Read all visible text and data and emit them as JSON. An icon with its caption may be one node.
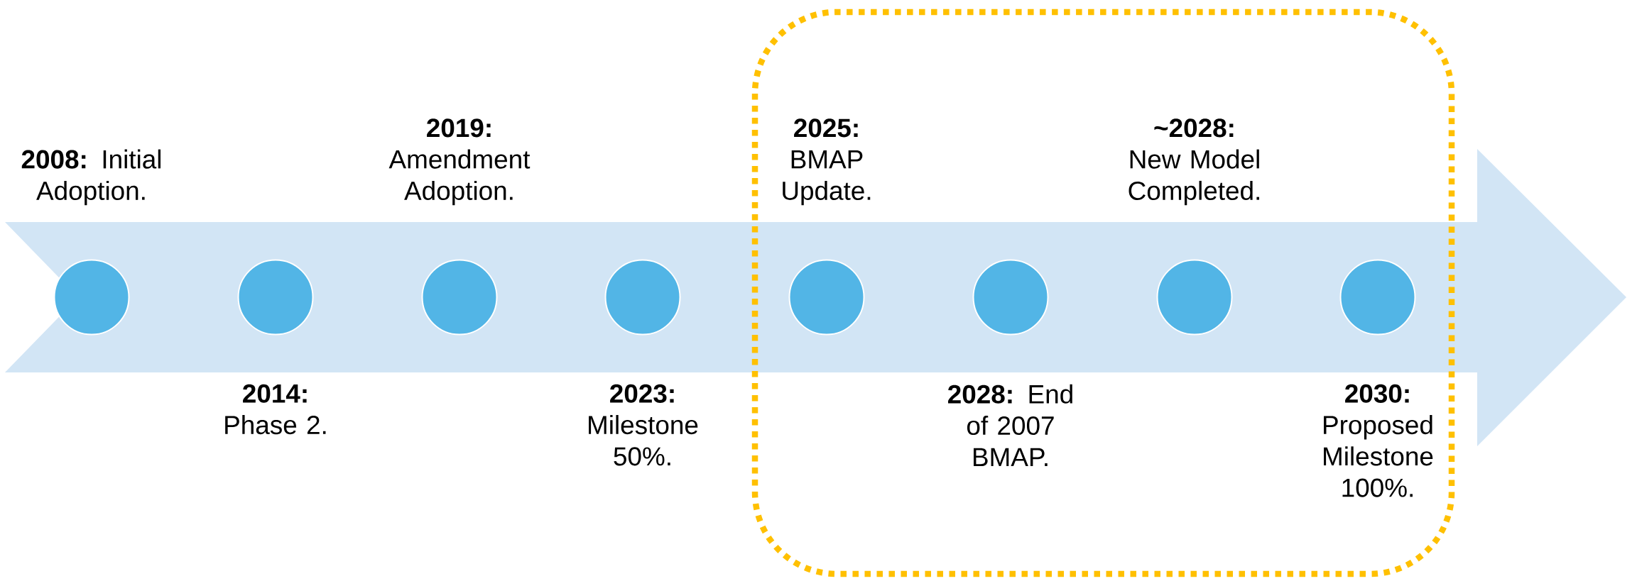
{
  "diagram": {
    "nodes": [
      {
        "text": [],
        "shape": "circle",
        "beside": [
          "**2008:** Initial Adoption."
        ]
      },
      {
        "text": [],
        "shape": "circle",
        "beside": [
          "**2014:** Phase 2."
        ]
      },
      {
        "text": [],
        "shape": "circle",
        "beside": [
          "**2019:** Amendment Adoption."
        ]
      },
      {
        "text": [],
        "shape": "circle",
        "beside": [
          "**2023:** Milestone 50%."
        ]
      },
      {
        "text": [],
        "shape": "circle",
        "beside": [
          "**2025:** BMAP Update."
        ]
      },
      {
        "text": [],
        "shape": "circle",
        "beside": [
          "**2028:** End of 2007 BMAP."
        ]
      },
      {
        "text": [],
        "shape": "circle",
        "beside": [
          "**~2028:** New Model Completed."
        ]
      },
      {
        "text": [],
        "shape": "circle",
        "beside": [
          "**2030:** Proposed Milestone 100%."
        ]
      }
    ]
  }
}
